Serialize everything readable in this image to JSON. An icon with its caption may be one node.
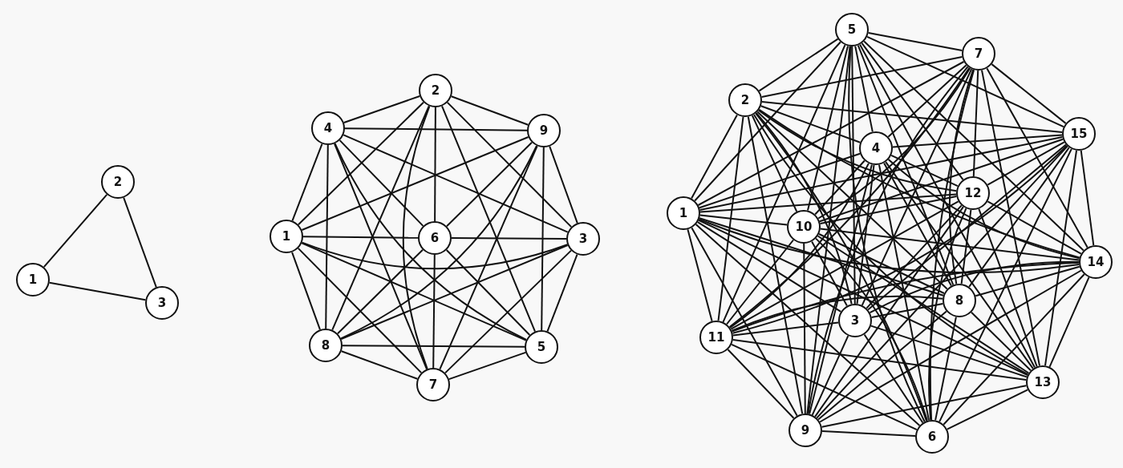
{
  "diagram": {
    "nodes": [
      {
        "text": [
          "1"
        ]
      },
      {
        "text": [
          "2"
        ]
      },
      {
        "text": [
          "3"
        ]
      },
      {
        "text": [
          "1"
        ]
      },
      {
        "text": [
          "2"
        ]
      },
      {
        "text": [
          "3"
        ]
      },
      {
        "text": [
          "4"
        ]
      },
      {
        "text": [
          "5"
        ]
      },
      {
        "text": [
          "6"
        ]
      },
      {
        "text": [
          "7"
        ]
      },
      {
        "text": [
          "8"
        ]
      },
      {
        "text": [
          "9"
        ]
      },
      {
        "text": [
          "1"
        ]
      },
      {
        "text": [
          "2"
        ]
      },
      {
        "text": [
          "3"
        ]
      },
      {
        "text": [
          "4"
        ]
      },
      {
        "text": [
          "5"
        ]
      },
      {
        "text": [
          "6"
        ]
      },
      {
        "text": [
          "7"
        ]
      },
      {
        "text": [
          "8"
        ]
      },
      {
        "text": [
          "9"
        ]
      },
      {
        "text": [
          "10"
        ]
      },
      {
        "text": [
          "11"
        ]
      },
      {
        "text": [
          "12"
        ]
      },
      {
        "text": [
          "13"
        ]
      },
      {
        "text": [
          "14"
        ]
      },
      {
        "text": [
          "15"
        ]
      }
    ],
    "edges": [
      {
        "from": 0,
        "to": 1,
        "arrow": "none"
      },
      {
        "from": 0,
        "to": 2,
        "arrow": "none"
      },
      {
        "from": 1,
        "to": 2,
        "arrow": "none"
      },
      {
        "from": 3,
        "to": 4,
        "arrow": "none"
      },
      {
        "from": 3,
        "to": 5,
        "arrow": "none"
      },
      {
        "from": 3,
        "to": 6,
        "arrow": "none"
      },
      {
        "from": 3,
        "to": 7,
        "arrow": "none"
      },
      {
        "from": 3,
        "to": 8,
        "arrow": "none"
      },
      {
        "from": 3,
        "to": 9,
        "arrow": "none"
      },
      {
        "from": 3,
        "to": 10,
        "arrow": "none"
      },
      {
        "from": 3,
        "to": 11,
        "arrow": "none"
      },
      {
        "from": 4,
        "to": 5,
        "arrow": "none"
      },
      {
        "from": 4,
        "to": 6,
        "arrow": "none"
      },
      {
        "from": 4,
        "to": 7,
        "arrow": "none"
      },
      {
        "from": 4,
        "to": 8,
        "arrow": "none"
      },
      {
        "from": 4,
        "to": 9,
        "arrow": "none"
      },
      {
        "from": 4,
        "to": 10,
        "arrow": "none"
      },
      {
        "from": 4,
        "to": 11,
        "arrow": "none"
      },
      {
        "from": 5,
        "to": 6,
        "arrow": "none"
      },
      {
        "from": 5,
        "to": 7,
        "arrow": "none"
      },
      {
        "from": 5,
        "to": 8,
        "arrow": "none"
      },
      {
        "from": 5,
        "to": 9,
        "arrow": "none"
      },
      {
        "from": 5,
        "to": 10,
        "arrow": "none"
      },
      {
        "from": 5,
        "to": 11,
        "arrow": "none"
      },
      {
        "from": 6,
        "to": 7,
        "arrow": "none"
      },
      {
        "from": 6,
        "to": 8,
        "arrow": "none"
      },
      {
        "from": 6,
        "to": 9,
        "arrow": "none"
      },
      {
        "from": 6,
        "to": 10,
        "arrow": "none"
      },
      {
        "from": 6,
        "to": 11,
        "arrow": "none"
      },
      {
        "from": 7,
        "to": 8,
        "arrow": "none"
      },
      {
        "from": 7,
        "to": 9,
        "arrow": "none"
      },
      {
        "from": 7,
        "to": 10,
        "arrow": "none"
      },
      {
        "from": 7,
        "to": 11,
        "arrow": "none"
      },
      {
        "from": 8,
        "to": 9,
        "arrow": "none"
      },
      {
        "from": 8,
        "to": 10,
        "arrow": "none"
      },
      {
        "from": 8,
        "to": 11,
        "arrow": "none"
      },
      {
        "from": 9,
        "to": 10,
        "arrow": "none"
      },
      {
        "from": 9,
        "to": 11,
        "arrow": "none"
      },
      {
        "from": 10,
        "to": 11,
        "arrow": "none"
      },
      {
        "from": 12,
        "to": 13,
        "arrow": "none"
      },
      {
        "from": 12,
        "to": 14,
        "arrow": "none"
      },
      {
        "from": 12,
        "to": 15,
        "arrow": "none"
      },
      {
        "from": 12,
        "to": 16,
        "arrow": "none"
      },
      {
        "from": 12,
        "to": 17,
        "arrow": "none"
      },
      {
        "from": 12,
        "to": 18,
        "arrow": "none"
      },
      {
        "from": 12,
        "to": 19,
        "arrow": "none"
      },
      {
        "from": 12,
        "to": 20,
        "arrow": "none"
      },
      {
        "from": 12,
        "to": 21,
        "arrow": "none"
      },
      {
        "from": 12,
        "to": 22,
        "arrow": "none"
      },
      {
        "from": 12,
        "to": 23,
        "arrow": "none"
      },
      {
        "from": 12,
        "to": 24,
        "arrow": "none"
      },
      {
        "from": 12,
        "to": 25,
        "arrow": "none"
      },
      {
        "from": 12,
        "to": 26,
        "arrow": "none"
      },
      {
        "from": 13,
        "to": 14,
        "arrow": "none"
      },
      {
        "from": 13,
        "to": 15,
        "arrow": "none"
      },
      {
        "from": 13,
        "to": 16,
        "arrow": "none"
      },
      {
        "from": 13,
        "to": 17,
        "arrow": "none"
      },
      {
        "from": 13,
        "to": 18,
        "arrow": "none"
      },
      {
        "from": 13,
        "to": 19,
        "arrow": "none"
      },
      {
        "from": 13,
        "to": 20,
        "arrow": "none"
      },
      {
        "from": 13,
        "to": 21,
        "arrow": "none"
      },
      {
        "from": 13,
        "to": 22,
        "arrow": "none"
      },
      {
        "from": 13,
        "to": 23,
        "arrow": "none"
      },
      {
        "from": 13,
        "to": 24,
        "arrow": "none"
      },
      {
        "from": 13,
        "to": 25,
        "arrow": "none"
      },
      {
        "from": 13,
        "to": 26,
        "arrow": "none"
      },
      {
        "from": 14,
        "to": 15,
        "arrow": "none"
      },
      {
        "from": 14,
        "to": 16,
        "arrow": "none"
      },
      {
        "from": 14,
        "to": 17,
        "arrow": "none"
      },
      {
        "from": 14,
        "to": 18,
        "arrow": "none"
      },
      {
        "from": 14,
        "to": 19,
        "arrow": "none"
      },
      {
        "from": 14,
        "to": 20,
        "arrow": "none"
      },
      {
        "from": 14,
        "to": 21,
        "arrow": "none"
      },
      {
        "from": 14,
        "to": 22,
        "arrow": "none"
      },
      {
        "from": 14,
        "to": 23,
        "arrow": "none"
      },
      {
        "from": 14,
        "to": 24,
        "arrow": "none"
      },
      {
        "from": 14,
        "to": 25,
        "arrow": "none"
      },
      {
        "from": 14,
        "to": 26,
        "arrow": "none"
      },
      {
        "from": 15,
        "to": 16,
        "arrow": "none"
      },
      {
        "from": 15,
        "to": 17,
        "arrow": "none"
      },
      {
        "from": 15,
        "to": 18,
        "arrow": "none"
      },
      {
        "from": 15,
        "to": 19,
        "arrow": "none"
      },
      {
        "from": 15,
        "to": 20,
        "arrow": "none"
      },
      {
        "from": 15,
        "to": 21,
        "arrow": "none"
      },
      {
        "from": 15,
        "to": 22,
        "arrow": "none"
      },
      {
        "from": 15,
        "to": 23,
        "arrow": "none"
      },
      {
        "from": 15,
        "to": 24,
        "arrow": "none"
      },
      {
        "from": 15,
        "to": 25,
        "arrow": "none"
      },
      {
        "from": 15,
        "to": 26,
        "arrow": "none"
      },
      {
        "from": 16,
        "to": 17,
        "arrow": "none"
      },
      {
        "from": 16,
        "to": 18,
        "arrow": "none"
      },
      {
        "from": 16,
        "to": 19,
        "arrow": "none"
      },
      {
        "from": 16,
        "to": 20,
        "arrow": "none"
      },
      {
        "from": 16,
        "to": 21,
        "arrow": "none"
      },
      {
        "from": 16,
        "to": 22,
        "arrow": "none"
      },
      {
        "from": 16,
        "to": 23,
        "arrow": "none"
      },
      {
        "from": 16,
        "to": 24,
        "arrow": "none"
      },
      {
        "from": 16,
        "to": 25,
        "arrow": "none"
      },
      {
        "from": 16,
        "to": 26,
        "arrow": "none"
      },
      {
        "from": 17,
        "to": 18,
        "arrow": "none"
      },
      {
        "from": 17,
        "to": 19,
        "arrow": "none"
      },
      {
        "from": 17,
        "to": 20,
        "arrow": "none"
      },
      {
        "from": 17,
        "to": 21,
        "arrow": "none"
      },
      {
        "from": 17,
        "to": 22,
        "arrow": "none"
      },
      {
        "from": 17,
        "to": 23,
        "arrow": "none"
      },
      {
        "from": 17,
        "to": 24,
        "arrow": "none"
      },
      {
        "from": 17,
        "to": 25,
        "arrow": "none"
      },
      {
        "from": 17,
        "to": 26,
        "arrow": "none"
      },
      {
        "from": 18,
        "to": 19,
        "arrow": "none"
      },
      {
        "from": 18,
        "to": 20,
        "arrow": "none"
      },
      {
        "from": 18,
        "to": 21,
        "arrow": "none"
      },
      {
        "from": 18,
        "to": 22,
        "arrow": "none"
      },
      {
        "from": 18,
        "to": 23,
        "arrow": "none"
      },
      {
        "from": 18,
        "to": 24,
        "arrow": "none"
      },
      {
        "from": 18,
        "to": 25,
        "arrow": "none"
      },
      {
        "from": 18,
        "to": 26,
        "arrow": "none"
      },
      {
        "from": 19,
        "to": 20,
        "arrow": "none"
      },
      {
        "from": 19,
        "to": 21,
        "arrow": "none"
      },
      {
        "from": 19,
        "to": 22,
        "arrow": "none"
      },
      {
        "from": 19,
        "to": 23,
        "arrow": "none"
      },
      {
        "from": 19,
        "to": 24,
        "arrow": "none"
      },
      {
        "from": 19,
        "to": 25,
        "arrow": "none"
      },
      {
        "from": 19,
        "to": 26,
        "arrow": "none"
      },
      {
        "from": 20,
        "to": 21,
        "arrow": "none"
      },
      {
        "from": 20,
        "to": 22,
        "arrow": "none"
      },
      {
        "from": 20,
        "to": 23,
        "arrow": "none"
      },
      {
        "from": 20,
        "to": 24,
        "arrow": "none"
      },
      {
        "from": 20,
        "to": 25,
        "arrow": "none"
      },
      {
        "from": 20,
        "to": 26,
        "arrow": "none"
      },
      {
        "from": 21,
        "to": 22,
        "arrow": "none"
      },
      {
        "from": 21,
        "to": 23,
        "arrow": "none"
      },
      {
        "from": 21,
        "to": 24,
        "arrow": "none"
      },
      {
        "from": 21,
        "to": 25,
        "arrow": "none"
      },
      {
        "from": 21,
        "to": 26,
        "arrow": "none"
      },
      {
        "from": 22,
        "to": 23,
        "arrow": "none"
      },
      {
        "from": 22,
        "to": 24,
        "arrow": "none"
      },
      {
        "from": 22,
        "to": 25,
        "arrow": "none"
      },
      {
        "from": 22,
        "to": 26,
        "arrow": "none"
      },
      {
        "from": 23,
        "to": 24,
        "arrow": "none"
      },
      {
        "from": 23,
        "to": 25,
        "arrow": "none"
      },
      {
        "from": 23,
        "to": 26,
        "arrow": "none"
      },
      {
        "from": 24,
        "to": 25,
        "arrow": "none"
      },
      {
        "from": 24,
        "to": 26,
        "arrow": "none"
      },
      {
        "from": 25,
        "to": 26,
        "arrow": "none"
      }
    ]
  }
}
